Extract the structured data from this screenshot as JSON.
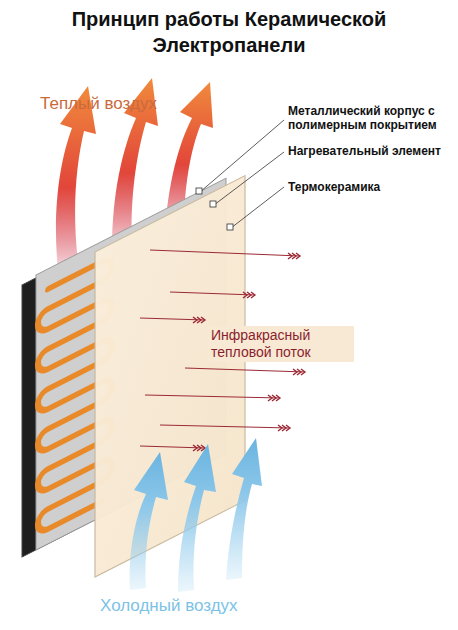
{
  "diagram": {
    "title": "Принцип работы Керамической Электропанели",
    "labels": [
      "Теплый воздух",
      "Металлический корпус с полимерным покрытием",
      "Нагревательный элемент",
      "Термокерамика",
      "Инфракрасный тепловой поток",
      "Холодный воздух"
    ]
  }
}
